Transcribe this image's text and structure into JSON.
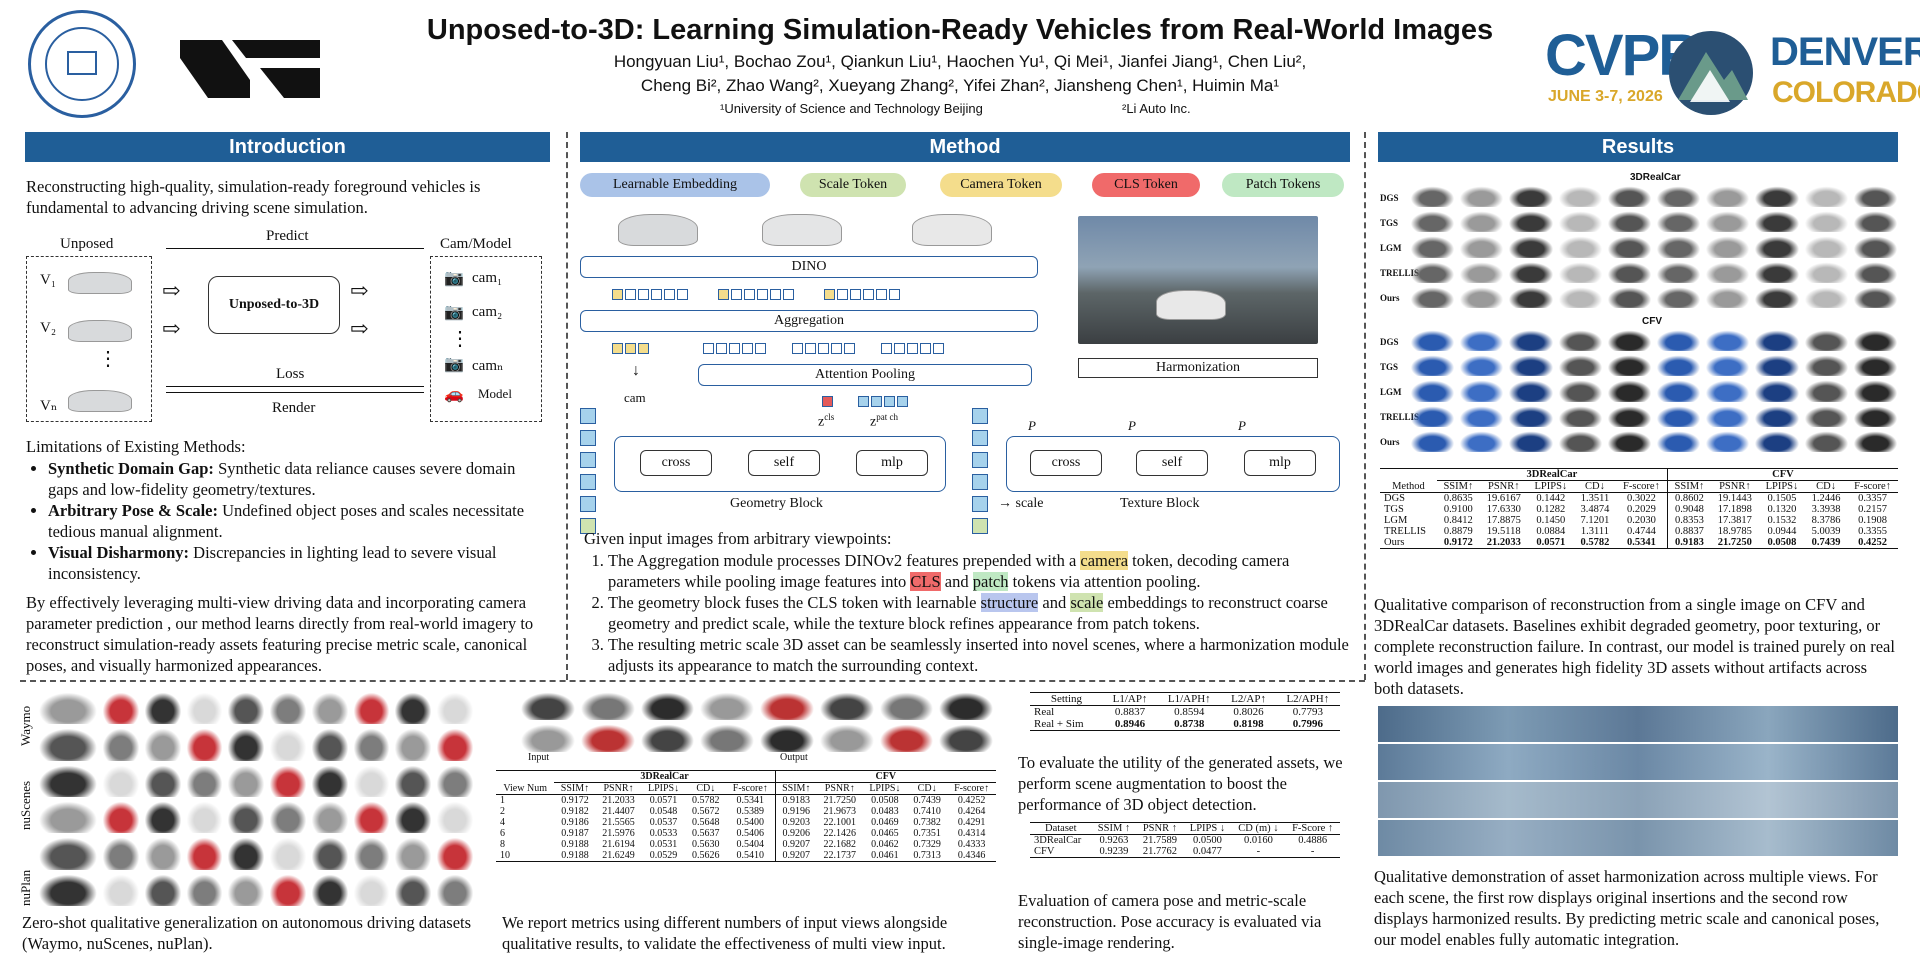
{
  "header": {
    "title": "Unposed-to-3D: Learning Simulation-Ready Vehicles from Real-World Images",
    "authors1": "Hongyuan Liu¹, Bochao Zou¹, Qiankun Liu¹, Haochen Yu¹, Qi Mei¹, Jianfei Jiang¹, Chen Liu²,",
    "authors2": "Cheng Bi², Zhao Wang², Xueyang Zhang², Yifei Zhan², Jiansheng Chen¹, Huimin Ma¹",
    "aff1": "¹University of Science and Technology Beijing",
    "aff2": "²Li Auto Inc.",
    "conf": "CVPR",
    "conf_date": "JUNE 3-7, 2026",
    "city1": "DENVER",
    "city2": "COLORADO"
  },
  "intro": {
    "heading": "Introduction",
    "p1": "Reconstructing high-quality, simulation-ready foreground vehicles is fundamental to advancing driving scene simulation.",
    "fig": {
      "unposed": "Unposed",
      "predict": "Predict",
      "cam_model": "Cam/Model",
      "core": "Unposed-to-3D",
      "loss": "Loss",
      "render": "Render",
      "v1": "V₁",
      "v2": "V₂",
      "vn": "Vₙ",
      "cam1": "cam₁",
      "cam2": "cam₂",
      "camn": "camₙ",
      "model": "Model",
      "dots": "⋮"
    },
    "limits_title": "Limitations of Existing Methods:",
    "limits": [
      {
        "b": "Synthetic Domain Gap:",
        "t": " Synthetic data reliance causes severe domain gaps and low-fidelity geometry/textures."
      },
      {
        "b": "Arbitrary Pose & Scale:",
        "t": " Undefined object poses and scales necessitate tedious manual alignment."
      },
      {
        "b": "Visual Disharmony:",
        "t": " Discrepancies in lighting lead to severe visual inconsistency."
      }
    ],
    "p2": "By effectively leveraging multi-view driving data and incorporating camera parameter prediction , our method learns directly from real-world imagery to reconstruct simulation-ready assets featuring precise metric scale, canonical poses, and visually harmonized appearances."
  },
  "method": {
    "heading": "Method",
    "tokens": [
      "Learnable Embedding",
      "Scale Token",
      "Camera Token",
      "CLS Token",
      "Patch Tokens"
    ],
    "dino": "DINO",
    "aggregation": "Aggregation",
    "attn": "Attention Pooling",
    "cam": "cam",
    "zcls": "z",
    "zcls_sup": "cls",
    "zpatch": "z",
    "zpatch_sup": "pat ch",
    "cross": "cross",
    "self": "self",
    "mlp": "mlp",
    "geom": "Geometry Block",
    "scale": "scale",
    "tex": "Texture Block",
    "harm": "Harmonization",
    "p": "P",
    "intro": "Given input images from arbitrary viewpoints:",
    "s1a": "The Aggregation module processes DINOv2 features prepended with a ",
    "s1_cam": "camera",
    "s1b": " token, decoding camera parameters while pooling image features into ",
    "s1_cls": "CLS",
    "s1c": " and ",
    "s1_patch": "patch",
    "s1d": " tokens via attention pooling.",
    "s2a": "The geometry block fuses the CLS token with learnable ",
    "s2_struct": "structure",
    "s2b": " and ",
    "s2_scale": "scale",
    "s2c": " embeddings to reconstruct coarse geometry and predict scale, while the texture block refines appearance from patch tokens.",
    "s3": "The resulting metric scale 3D asset can be seamlessly inserted into novel scenes, where a harmonization module adjusts its appearance to match the surrounding context."
  },
  "results": {
    "heading": "Results",
    "grid1_title": "3DRealCar",
    "grid2_title": "CFV",
    "rows": [
      "DGS",
      "TGS",
      "LGM",
      "TRELLIS",
      "Ours"
    ],
    "table": {
      "group1": "3DRealCar",
      "group2": "CFV",
      "cols": [
        "Method",
        "SSIM↑",
        "PSNR↑",
        "LPIPS↓",
        "CD↓",
        "F-score↑",
        "SSIM↑",
        "PSNR↑",
        "LPIPS↓",
        "CD↓",
        "F-score↑"
      ],
      "rows": [
        [
          "DGS",
          "0.8635",
          "19.6167",
          "0.1442",
          "1.3511",
          "0.3022",
          "0.8602",
          "19.1443",
          "0.1505",
          "1.2446",
          "0.3357"
        ],
        [
          "TGS",
          "0.9100",
          "17.6330",
          "0.1282",
          "3.4874",
          "0.2029",
          "0.9048",
          "17.1898",
          "0.1320",
          "3.3938",
          "0.2157"
        ],
        [
          "LGM",
          "0.8412",
          "17.8875",
          "0.1450",
          "7.1201",
          "0.2030",
          "0.8353",
          "17.3817",
          "0.1532",
          "8.3786",
          "0.1908"
        ],
        [
          "TRELLIS",
          "0.8879",
          "19.5118",
          "0.0884",
          "1.3111",
          "0.4744",
          "0.8837",
          "18.9785",
          "0.0944",
          "5.0039",
          "0.3355"
        ],
        [
          "Ours",
          "0.9172",
          "21.2033",
          "0.0571",
          "0.5782",
          "0.5341",
          "0.9183",
          "21.7250",
          "0.0508",
          "0.7439",
          "0.4252"
        ]
      ]
    },
    "cap1": "Qualitative comparison of reconstruction from a single image on CFV and 3DRealCar  datasets. Baselines exhibit degraded geometry, poor texturing, or complete reconstruction failure. In contrast, our model is trained purely on real world images and generates high fidelity 3D assets without artifacts across both datasets.",
    "cap2": "Qualitative demonstration of asset harmonization across multiple views. For each scene, the first row displays original insertions and the second row displays harmonized results. By predicting metric scale and canonical poses, our model enables fully automatic integration."
  },
  "bottom": {
    "ds": [
      "Waymo",
      "nuScenes",
      "nuPlan"
    ],
    "cap_zs": "Zero-shot qualitative generalization on autonomous driving datasets (Waymo, nuScenes, nuPlan).",
    "input": "Input",
    "output": "Output",
    "views": {
      "group1": "3DRealCar",
      "group2": "CFV",
      "cols": [
        "View Num",
        "SSIM↑",
        "PSNR↑",
        "LPIPS↓",
        "CD↓",
        "F-score↑",
        "SSIM↑",
        "PSNR↑",
        "LPIPS↓",
        "CD↓",
        "F-score↑"
      ],
      "rows": [
        [
          "1",
          "0.9172",
          "21.2033",
          "0.0571",
          "0.5782",
          "0.5341",
          "0.9183",
          "21.7250",
          "0.0508",
          "0.7439",
          "0.4252"
        ],
        [
          "2",
          "0.9182",
          "21.4407",
          "0.0548",
          "0.5672",
          "0.5389",
          "0.9196",
          "21.9673",
          "0.0483",
          "0.7410",
          "0.4264"
        ],
        [
          "4",
          "0.9186",
          "21.5565",
          "0.0537",
          "0.5648",
          "0.5400",
          "0.9203",
          "22.1001",
          "0.0469",
          "0.7382",
          "0.4291"
        ],
        [
          "6",
          "0.9187",
          "21.5976",
          "0.0533",
          "0.5637",
          "0.5406",
          "0.9206",
          "22.1426",
          "0.0465",
          "0.7351",
          "0.4314"
        ],
        [
          "8",
          "0.9188",
          "21.6194",
          "0.0531",
          "0.5630",
          "0.5404",
          "0.9207",
          "22.1682",
          "0.0462",
          "0.7329",
          "0.4333"
        ],
        [
          "10",
          "0.9188",
          "21.6249",
          "0.0529",
          "0.5626",
          "0.5410",
          "0.9207",
          "22.1737",
          "0.0461",
          "0.7313",
          "0.4346"
        ]
      ]
    },
    "cap_views": "We report metrics using different numbers of input views alongside qualitative results, to validate the effectiveness of multi view input.",
    "det": {
      "cols": [
        "Setting",
        "L1/AP↑",
        "L1/APH↑",
        "L2/AP↑",
        "L2/APH↑"
      ],
      "rows": [
        [
          "Real",
          "0.8837",
          "0.8594",
          "0.8026",
          "0.7793"
        ],
        [
          "Real + Sim",
          "0.8946",
          "0.8738",
          "0.8198",
          "0.7996"
        ]
      ]
    },
    "cap_det": "To evaluate the utility of the generated assets, we perform scene augmentation to boost the performance  of 3D object detection.",
    "pose": {
      "cols": [
        "Dataset",
        "SSIM ↑",
        "PSNR ↑",
        "LPIPS ↓",
        "CD (m) ↓",
        "F-Score ↑"
      ],
      "rows": [
        [
          "3DRealCar",
          "0.9263",
          "21.7589",
          "0.0500",
          "0.0160",
          "0.4886"
        ],
        [
          "CFV",
          "0.9239",
          "21.7762",
          "0.0477",
          "-",
          "-"
        ]
      ]
    },
    "cap_pose": "Evaluation of camera pose and metric-scale reconstruction. Pose accuracy is evaluated via single-image rendering."
  }
}
